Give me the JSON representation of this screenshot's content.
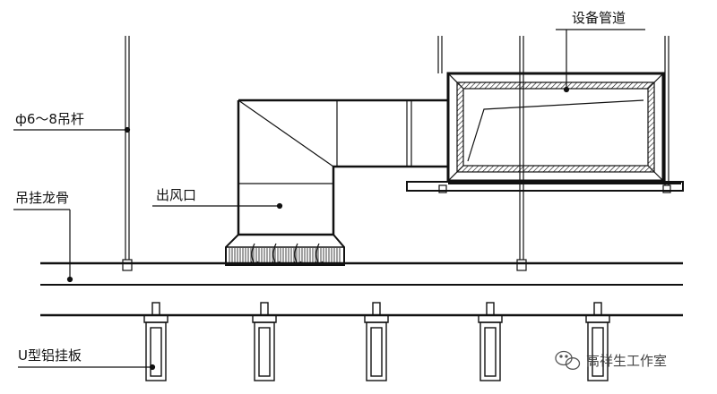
{
  "labels": {
    "equipment_duct": "设备管道",
    "hanger_rod": "ф6～8吊杆",
    "hanger_keel": "吊挂龙骨",
    "air_outlet": "出风口",
    "u_panel": "U型铝挂板"
  },
  "watermark": {
    "text": "高祥生工作室",
    "icon": "wechat-icon"
  },
  "colors": {
    "line": "#111111",
    "background": "#ffffff",
    "watermark": "#555555"
  }
}
